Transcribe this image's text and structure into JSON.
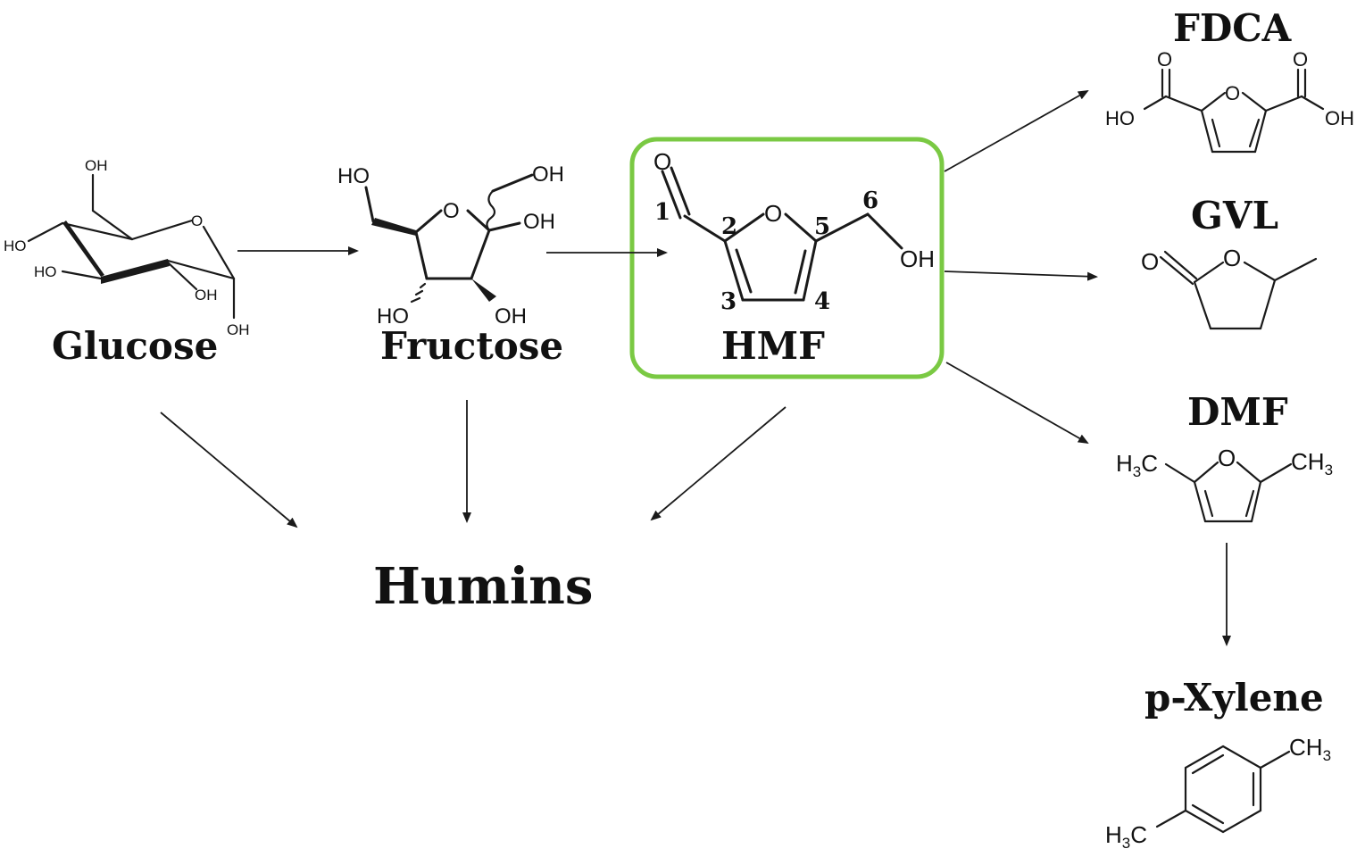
{
  "names": {
    "glucose": "Glucose",
    "fructose": "Fructose",
    "hmf": "HMF",
    "humins": "Humins",
    "fdca": "FDCA",
    "gvl": "GVL",
    "dmf": "DMF",
    "pxylene": "p-Xylene"
  },
  "atoms": {
    "oh": "OH",
    "ho": "HO",
    "o": "O",
    "h3c": "H",
    "c": "C",
    "ch": "CH",
    "sub3": "3"
  },
  "hmf_numbers": [
    "1",
    "2",
    "3",
    "4",
    "5",
    "6"
  ],
  "colors": {
    "highlight": "#7ac943",
    "ink": "#111111"
  }
}
